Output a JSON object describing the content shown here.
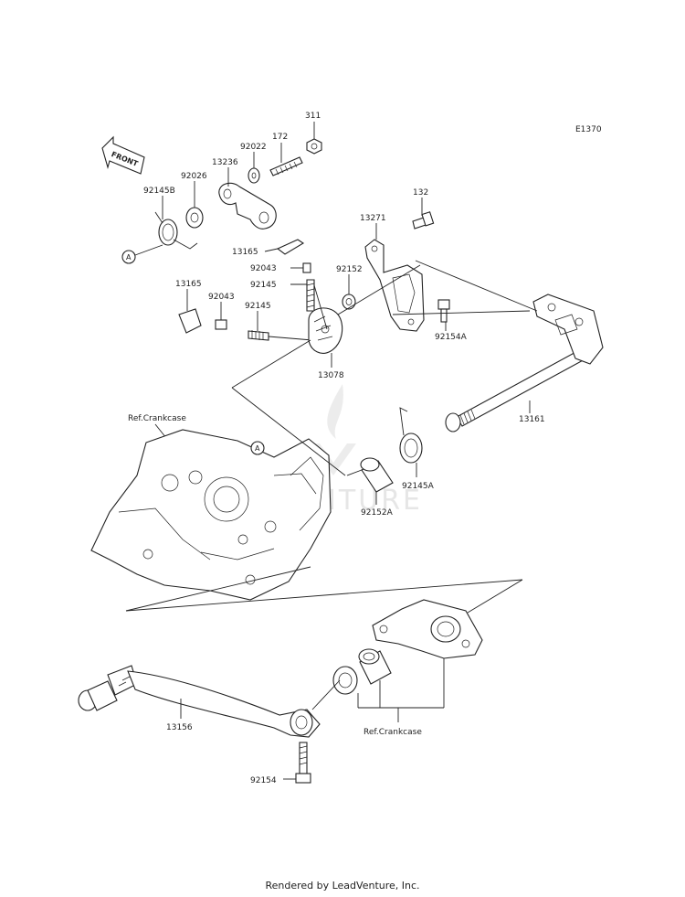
{
  "diagram_code": "E1370",
  "front_label": "FRONT",
  "callouts": {
    "c311": "311",
    "c172": "172",
    "c92022": "92022",
    "c13236": "13236",
    "c92026": "92026",
    "c92145b": "92145B",
    "c_a1": "A",
    "c132": "132",
    "c13271": "13271",
    "c13165a": "13165",
    "c92043a": "92043",
    "c92145a_top": "92145",
    "c92152": "92152",
    "c13165b": "13165",
    "c92043b": "92043",
    "c92145b_mid": "92145",
    "c92154a": "92154A",
    "c13078": "13078",
    "c13161": "13161",
    "ref_crankcase_1": "Ref.Crankcase",
    "c_a2": "A",
    "c92145a": "92145A",
    "c92152a": "92152A",
    "c13156": "13156",
    "ref_crankcase_2": "Ref.Crankcase",
    "c92154": "92154"
  },
  "watermark": "VENTURE",
  "footer": "Rendered by LeadVenture, Inc."
}
